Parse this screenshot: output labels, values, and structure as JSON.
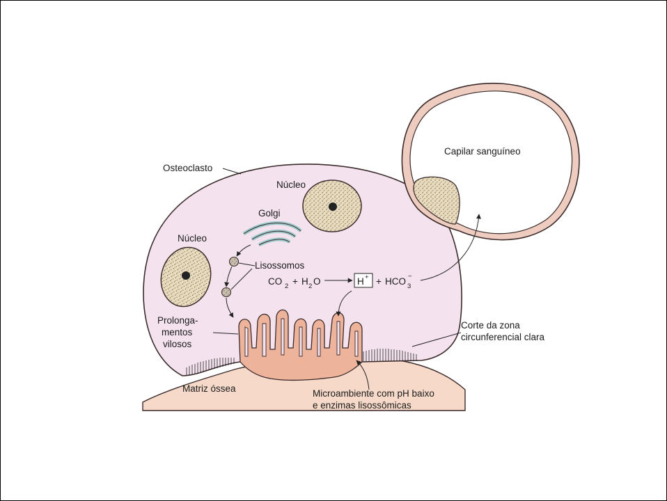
{
  "colors": {
    "cytoplasm": "#f4e3ee",
    "outline": "#3a2a2a",
    "bone": "#f6d9c8",
    "villi": "#eeb39b",
    "nucleus": "#e9dcbf",
    "golgi": "#9ec9cc",
    "capillary_wall": "#eecdc0"
  },
  "labels": {
    "osteoclast": "Osteoclasto",
    "nucleus_top": "Núcleo",
    "nucleus_left": "Núcleo",
    "golgi": "Golgi",
    "lysosomes": "Lisossomos",
    "villi_line1": "Prolonga-",
    "villi_line2": "mentos",
    "villi_line3": "vilosos",
    "bone_matrix": "Matriz óssea",
    "capillary": "Capilar sanguíneo",
    "clear_zone_line1": "Corte da zona",
    "clear_zone_line2": "circunferencial clara",
    "microenv_line1": "Microambiente com pH baixo",
    "microenv_line2": "e enzimas lisossômicas"
  },
  "reaction": {
    "co2": "CO",
    "co2_sub": "2",
    "plus1": "+",
    "h2o_h": "H",
    "h2o_sub": "2",
    "h2o_o": "O",
    "h_ion": "H",
    "h_ion_sup": "+",
    "plus2": "+",
    "hco3": "HCO",
    "hco3_sub": "3",
    "hco3_sup": "−"
  }
}
